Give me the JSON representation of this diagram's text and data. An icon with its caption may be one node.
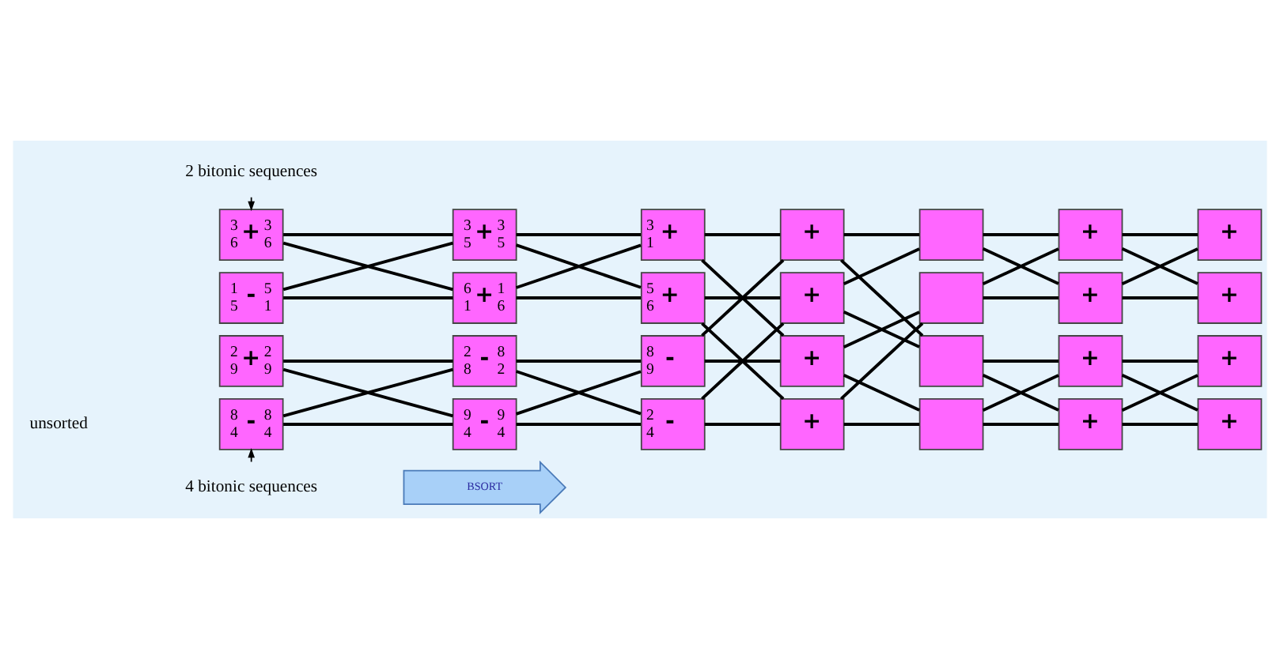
{
  "diagram": {
    "nodes": [
      {
        "text": [
          "3",
          "+",
          "3",
          "6",
          "6"
        ]
      },
      {
        "text": [
          "1",
          "-",
          "5",
          "5",
          "1"
        ]
      },
      {
        "text": [
          "2",
          "+",
          "2",
          "9",
          "9"
        ]
      },
      {
        "text": [
          "8",
          "-",
          "8",
          "4",
          "4"
        ]
      },
      {
        "text": [
          "3",
          "+",
          "3",
          "5",
          "5"
        ]
      },
      {
        "text": [
          "6",
          "+",
          "1",
          "1",
          "6"
        ]
      },
      {
        "text": [
          "2",
          "-",
          "8",
          "8",
          "2"
        ]
      },
      {
        "text": [
          "9",
          "-",
          "9",
          "4",
          "4"
        ]
      },
      {
        "text": [
          "3",
          "+",
          "1"
        ]
      },
      {
        "text": [
          "5",
          "+",
          "6"
        ]
      },
      {
        "text": [
          "8",
          "-",
          "9"
        ]
      },
      {
        "text": [
          "2",
          "-",
          "4"
        ]
      },
      {
        "text": [
          "+"
        ]
      },
      {
        "text": [
          "+"
        ]
      },
      {
        "text": [
          "+"
        ]
      },
      {
        "text": [
          "+"
        ]
      },
      {
        "text": [],
        "shape": "box"
      },
      {
        "text": [],
        "shape": "box"
      },
      {
        "text": [],
        "shape": "box"
      },
      {
        "text": [],
        "shape": "box"
      },
      {
        "text": [
          "+"
        ]
      },
      {
        "text": [
          "+"
        ]
      },
      {
        "text": [
          "+"
        ]
      },
      {
        "text": [
          "+"
        ]
      },
      {
        "text": [
          "+"
        ]
      },
      {
        "text": [
          "+"
        ]
      },
      {
        "text": [
          "+"
        ]
      },
      {
        "text": [
          "+"
        ]
      },
      {
        "text": [
          "2 bitonic sequences"
        ]
      },
      {
        "text": [
          "4 bitonic sequences"
        ]
      },
      {
        "text": [
          "BSORT"
        ]
      }
    ],
    "edges": [
      {
        "from": 0,
        "to": 4,
        "arrow": "none"
      },
      {
        "from": 0,
        "to": 5,
        "arrow": "none"
      },
      {
        "from": 1,
        "to": 4,
        "arrow": "none"
      },
      {
        "from": 1,
        "to": 5,
        "arrow": "none"
      },
      {
        "from": 2,
        "to": 6,
        "arrow": "none"
      },
      {
        "from": 2,
        "to": 7,
        "arrow": "none"
      },
      {
        "from": 3,
        "to": 6,
        "arrow": "none"
      },
      {
        "from": 3,
        "to": 7,
        "arrow": "none"
      },
      {
        "from": 4,
        "to": 8,
        "arrow": "none"
      },
      {
        "from": 4,
        "to": 9,
        "arrow": "none"
      },
      {
        "from": 5,
        "to": 8,
        "arrow": "none"
      },
      {
        "from": 5,
        "to": 9,
        "arrow": "none"
      },
      {
        "from": 6,
        "to": 10,
        "arrow": "none"
      },
      {
        "from": 6,
        "to": 11,
        "arrow": "none"
      },
      {
        "from": 7,
        "to": 10,
        "arrow": "none"
      },
      {
        "from": 7,
        "to": 11,
        "arrow": "none"
      },
      {
        "from": 8,
        "to": 12,
        "arrow": "none"
      },
      {
        "from": 8,
        "to": 14,
        "arrow": "none"
      },
      {
        "from": 9,
        "to": 13,
        "arrow": "none"
      },
      {
        "from": 9,
        "to": 15,
        "arrow": "none"
      },
      {
        "from": 10,
        "to": 12,
        "arrow": "none"
      },
      {
        "from": 10,
        "to": 14,
        "arrow": "none"
      },
      {
        "from": 11,
        "to": 13,
        "arrow": "none"
      },
      {
        "from": 11,
        "to": 15,
        "arrow": "none"
      },
      {
        "from": 12,
        "to": 16,
        "arrow": "none"
      },
      {
        "from": 13,
        "to": 16,
        "arrow": "none"
      },
      {
        "from": 14,
        "to": 17,
        "arrow": "none"
      },
      {
        "from": 15,
        "to": 17,
        "arrow": "none"
      },
      {
        "from": 12,
        "to": 18,
        "arrow": "none"
      },
      {
        "from": 13,
        "to": 18,
        "arrow": "none"
      },
      {
        "from": 14,
        "to": 19,
        "arrow": "none"
      },
      {
        "from": 15,
        "to": 19,
        "arrow": "none"
      },
      {
        "from": 16,
        "to": 20,
        "arrow": "none"
      },
      {
        "from": 16,
        "to": 21,
        "arrow": "none"
      },
      {
        "from": 17,
        "to": 20,
        "arrow": "none"
      },
      {
        "from": 17,
        "to": 21,
        "arrow": "none"
      },
      {
        "from": 18,
        "to": 22,
        "arrow": "none"
      },
      {
        "from": 18,
        "to": 23,
        "arrow": "none"
      },
      {
        "from": 19,
        "to": 22,
        "arrow": "none"
      },
      {
        "from": 19,
        "to": 23,
        "arrow": "none"
      },
      {
        "from": 20,
        "to": 24,
        "arrow": "none"
      },
      {
        "from": 20,
        "to": 25,
        "arrow": "none"
      },
      {
        "from": 21,
        "to": 24,
        "arrow": "none"
      },
      {
        "from": 21,
        "to": 25,
        "arrow": "none"
      },
      {
        "from": 22,
        "to": 26,
        "arrow": "none"
      },
      {
        "from": 22,
        "to": 27,
        "arrow": "none"
      },
      {
        "from": 23,
        "to": 26,
        "arrow": "none"
      },
      {
        "from": 23,
        "to": 27,
        "arrow": "none"
      },
      {
        "from": 28,
        "to": 0,
        "arrow": "to"
      },
      {
        "from": 29,
        "to": 3,
        "arrow": "to"
      }
    ],
    "labels": [
      "unsorted"
    ]
  }
}
